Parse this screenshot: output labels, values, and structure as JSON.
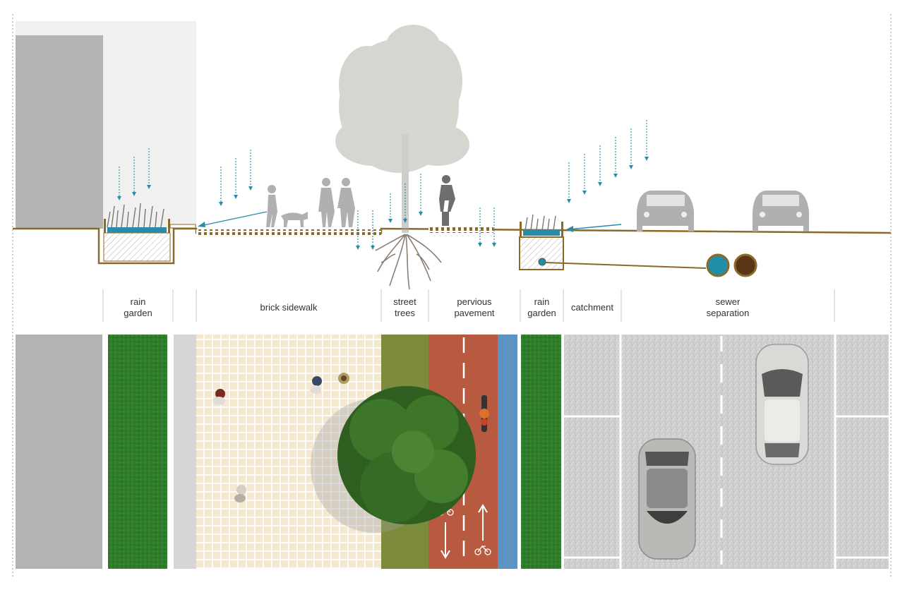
{
  "zones": [
    {
      "id": "rain-garden-1",
      "line1": "rain",
      "line2": "garden"
    },
    {
      "id": "brick-sidewalk",
      "line1": "brick sidewalk",
      "line2": ""
    },
    {
      "id": "street-trees",
      "line1": "street",
      "line2": "trees"
    },
    {
      "id": "pervious-pavement",
      "line1": "pervious",
      "line2": "pavement"
    },
    {
      "id": "rain-garden-2",
      "line1": "rain",
      "line2": "garden"
    },
    {
      "id": "catchment",
      "line1": "catchment",
      "line2": ""
    },
    {
      "id": "sewer-separation",
      "line1": "sewer",
      "line2": "separation"
    }
  ],
  "colors": {
    "ground": "#8a6a2a",
    "water": "#2a8aa8",
    "grass": "#2f7d2a",
    "bike_lane": "#b85a3f",
    "asphalt": "#c9c9c9",
    "sewer_storm": "#1f8ea6",
    "sewer_sanitary": "#5a3515",
    "tree_canopy": "#356b24"
  }
}
